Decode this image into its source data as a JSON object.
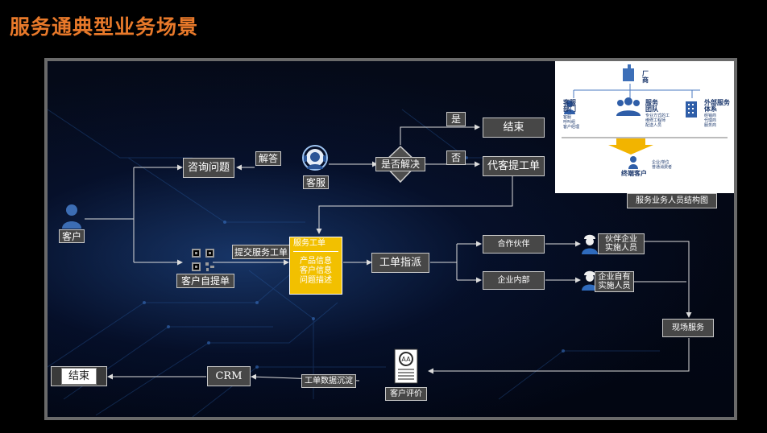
{
  "title": "服务通典型业务场景",
  "nodes": {
    "customer": "客户",
    "consult": "咨询问题",
    "answer": "解答",
    "cs": "客服",
    "solved_q": "是否解决",
    "yes": "是",
    "no": "否",
    "end_top": "结束",
    "proxy_ticket": "代客提工单",
    "self_ticket": "客户自提单",
    "submit_ticket": "提交服务工单",
    "ticket_title": "服务工单",
    "ticket_lines": [
      "产品信息",
      "客户信息",
      "问题描述"
    ],
    "dispatch": "工单指派",
    "partner": "合作伙伴",
    "internal": "企业内部",
    "partner_staff_1": "伙伴企业",
    "partner_staff_2": "实施人员",
    "own_staff_1": "企业自有",
    "own_staff_2": "实施人员",
    "onsite": "现场服务",
    "evaluation": "客户评价",
    "data_sink": "工单数据沉淀",
    "crm": "CRM",
    "end_bottom": "结束"
  },
  "org_chart": {
    "vendor": [
      "厂",
      "商"
    ],
    "dept_cs": [
      "客服",
      "部门"
    ],
    "dept_cs_items": [
      "客服",
      "呼叫组",
      "客户经理"
    ],
    "dept_service": [
      "服务",
      "团队"
    ],
    "dept_service_items": [
      "专业方式的工",
      "维修工程师",
      "配送人员"
    ],
    "dept_external": [
      "外部服务",
      "体系"
    ],
    "dept_external_items": [
      "经销商",
      "代理商",
      "服务商"
    ],
    "end_customer": "终端客户",
    "end_customer_items": [
      "企业/单位",
      "普通消费者"
    ],
    "caption": "服务业务人员结构图"
  },
  "colors": {
    "title": "#e8792a",
    "ticket": "#f2c000",
    "box": "#474747",
    "org_text": "#1e3a6e",
    "arrow": "#f2b400"
  }
}
